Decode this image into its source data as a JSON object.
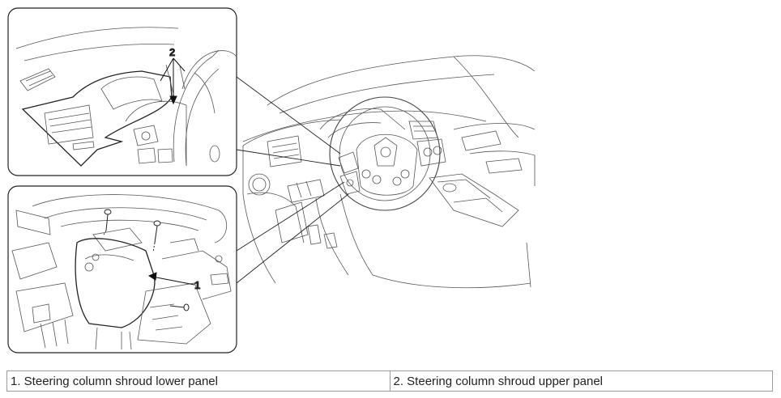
{
  "callouts": {
    "upper_number": "2",
    "lower_number": "1"
  },
  "legend": [
    {
      "text": "1. Steering column shroud lower panel"
    },
    {
      "text": "2. Steering column shroud upper panel"
    }
  ]
}
